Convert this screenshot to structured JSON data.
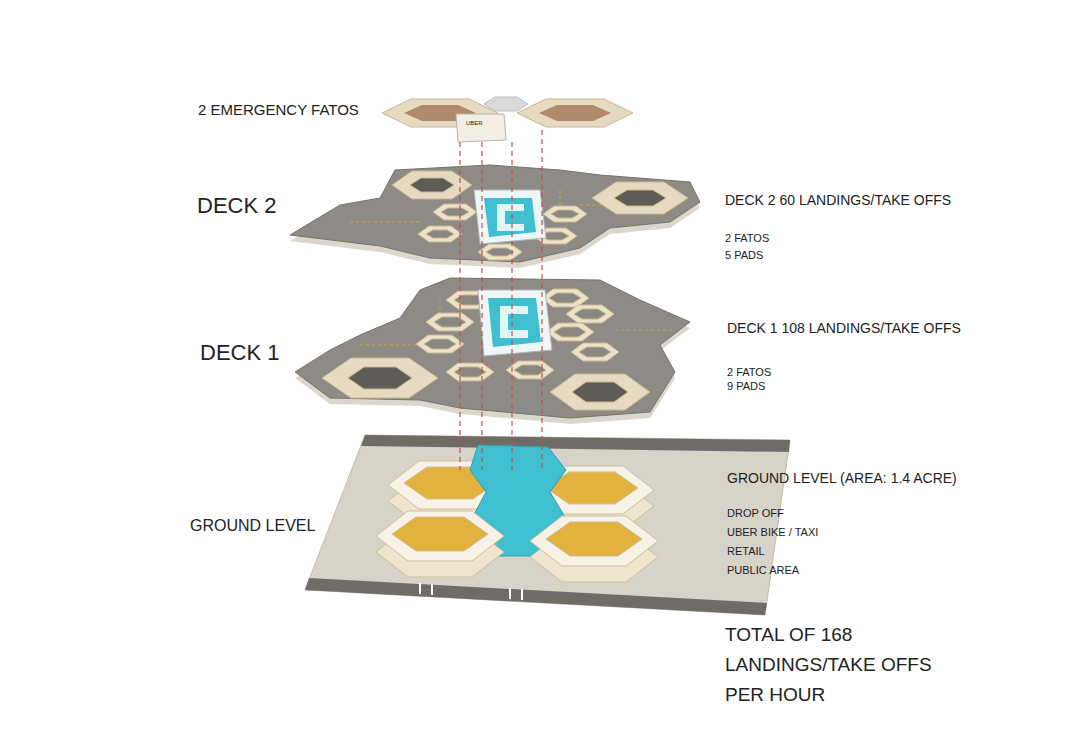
{
  "diagram": {
    "labels": [
      "2 EMERGENCY FATOS",
      "UBER",
      "DECK 2",
      "DECK 2 60 LANDINGS/TAKE OFFS",
      "2 FATOS",
      "5 PADS",
      "DECK 1",
      "DECK 1 108 LANDINGS/TAKE OFFS",
      "2 FATOS",
      "9 PADS",
      "GROUND LEVEL (AREA: 1.4 ACRE)",
      "DROP OFF",
      "UBER BIKE / TAXI",
      "RETAIL",
      "PUBLIC AREA",
      "GROUND LEVEL",
      "TOTAL OF 168 LANDINGS/TAKE OFFS PER HOUR"
    ]
  }
}
